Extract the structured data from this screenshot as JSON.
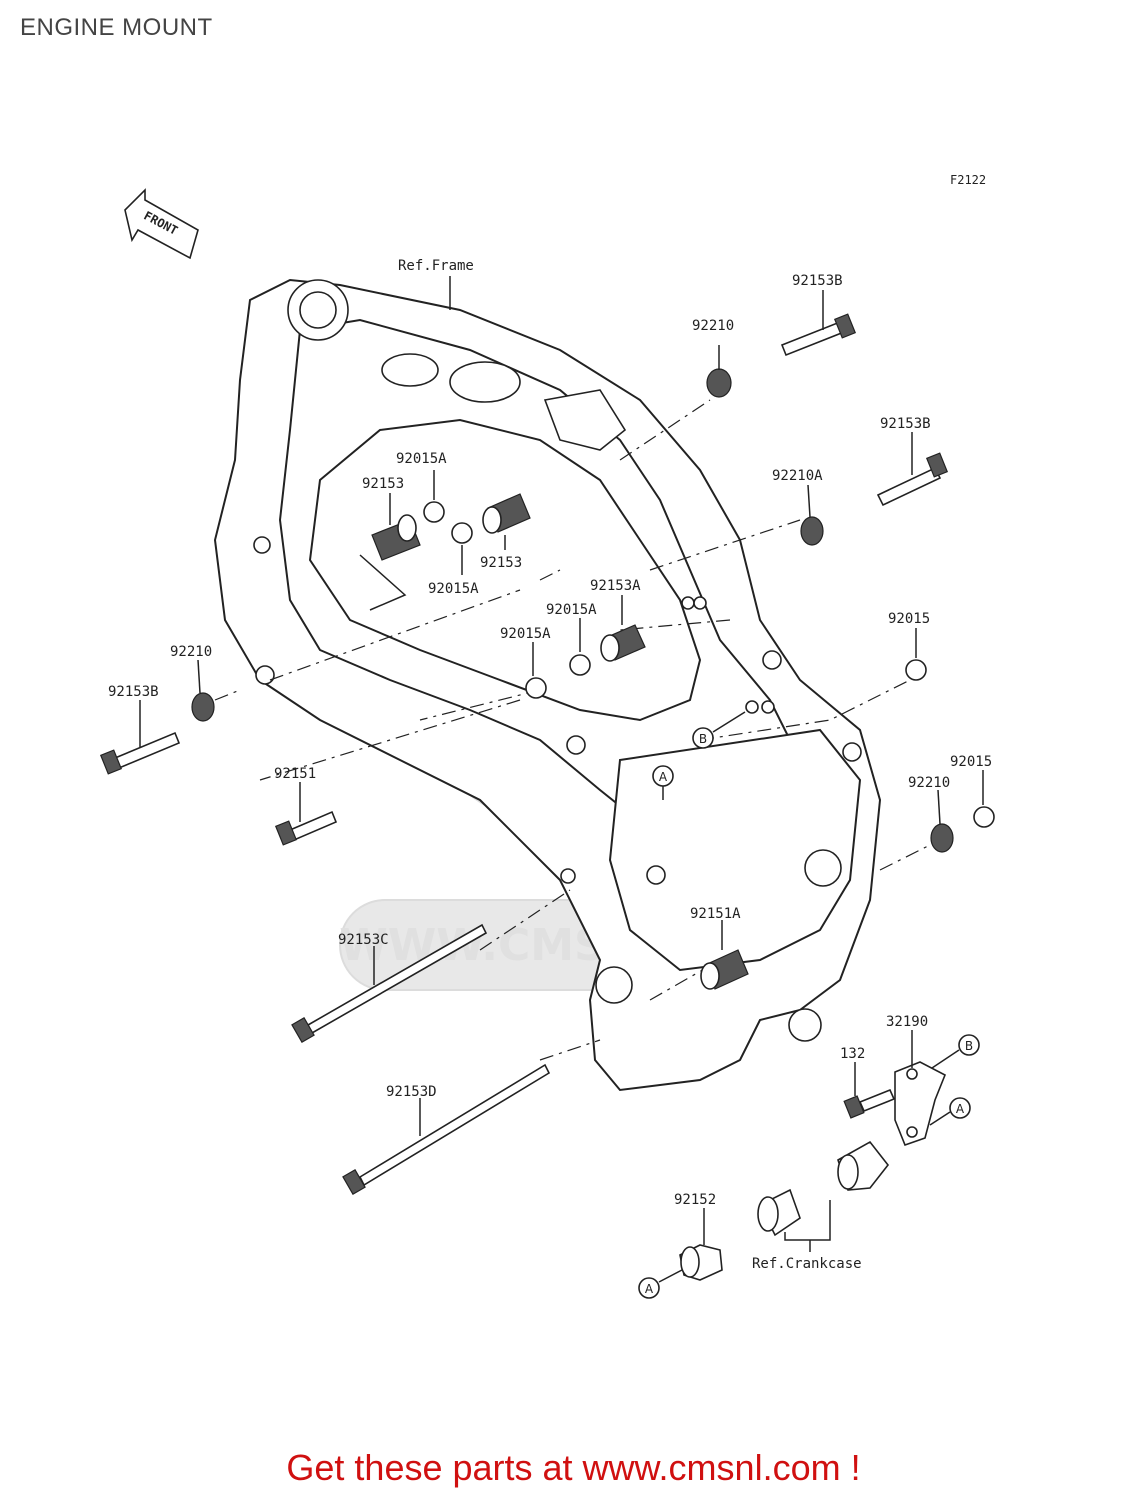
{
  "page": {
    "title": "ENGINE MOUNT",
    "banner": "Get these parts at www.cmsnl.com !"
  },
  "diagram": {
    "figure_code": "F2122",
    "front_label": "FRONT",
    "watermark": "WWW.CMSNL.COM",
    "refs": {
      "frame": "Ref.Frame",
      "crankcase": "Ref.Crankcase"
    },
    "callouts": {
      "a": "A",
      "b": "B"
    },
    "parts": {
      "p92153B_top": "92153B",
      "p92210_top": "92210",
      "p92153B_mid": "92153B",
      "p92210A": "92210A",
      "p92015A_1": "92015A",
      "p92153_left": "92153",
      "p92153_right": "92153",
      "p92015A_2": "92015A",
      "p92153A": "92153A",
      "p92015A_3": "92015A",
      "p92015A_4": "92015A",
      "p92015_right": "92015",
      "p92210_left": "92210",
      "p92153B_left": "92153B",
      "p92151": "92151",
      "p92015_low": "92015",
      "p92210_low": "92210",
      "p92151A": "92151A",
      "p92153C": "92153C",
      "p92153D": "92153D",
      "p32190": "32190",
      "p132": "132",
      "p92152": "92152"
    }
  }
}
